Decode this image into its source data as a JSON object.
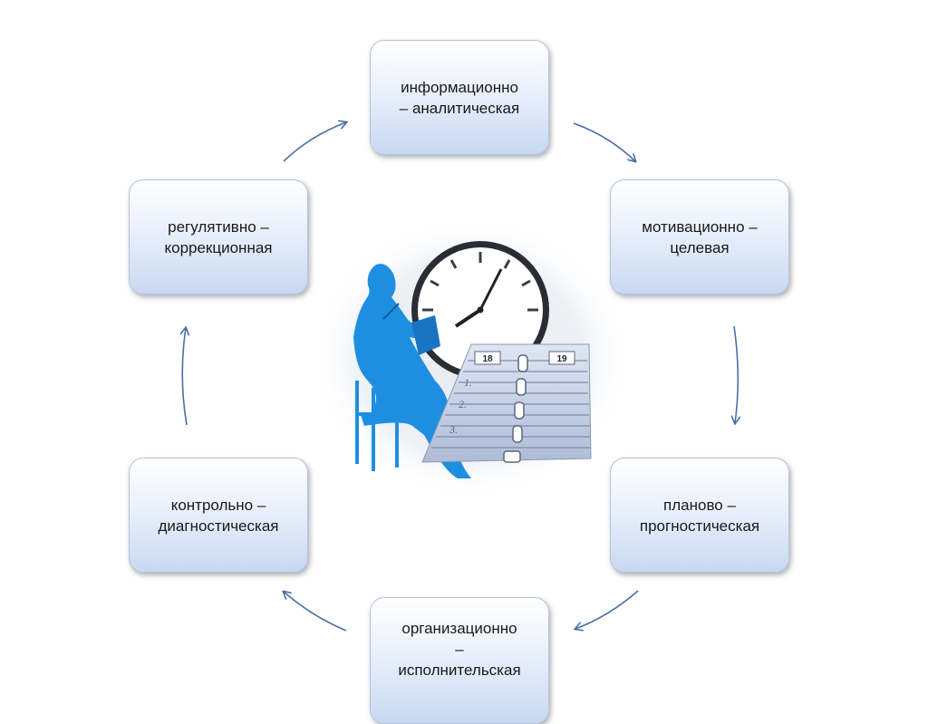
{
  "slide": {
    "nodes": {
      "top": "информационно\n– аналитическая",
      "top_right": "мотивационно –\nцелевая",
      "bottom_right": "планово –\nпрогностическая",
      "bottom": "организационно\n–\nисполнительская",
      "bottom_left": "контрольно –\nдиагностическая",
      "top_left": "регулятивно –\nкоррекционная"
    },
    "illustration": {
      "icon": "planning-clock-calendar-icon",
      "calendar_pages": [
        "18",
        "19"
      ],
      "list_items": [
        "1.",
        "2.",
        "3."
      ]
    },
    "colors": {
      "arrow": "#4a6fa5",
      "figure": "#1e8fe0",
      "box_fill": "#dce6f6"
    }
  }
}
